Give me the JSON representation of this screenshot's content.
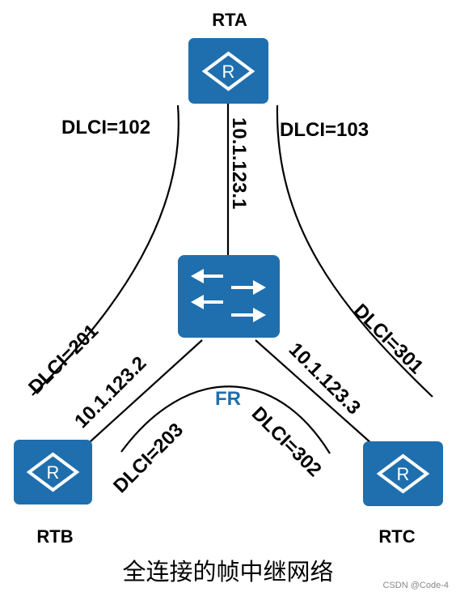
{
  "routers": {
    "rta": "RTA",
    "rtb": "RTB",
    "rtc": "RTC",
    "icon_letter": "R"
  },
  "fr_label": "FR",
  "dlci": {
    "a_to_b": "DLCI=102",
    "a_to_c": "DLCI=103",
    "b_to_a": "DLCI=201",
    "b_to_c": "DLCI=203",
    "c_to_a": "DLCI=301",
    "c_to_b": "DLCI=302"
  },
  "ips": {
    "rta": "10.1.123.1",
    "rtb": "10.1.123.2",
    "rtc": "10.1.123.3"
  },
  "caption": "全连接的帧中继网络",
  "watermark": "CSDN @Code-4",
  "colors": {
    "device_blue": "#1f6fae",
    "fr_blue": "#1f6fae",
    "line": "#000000"
  }
}
